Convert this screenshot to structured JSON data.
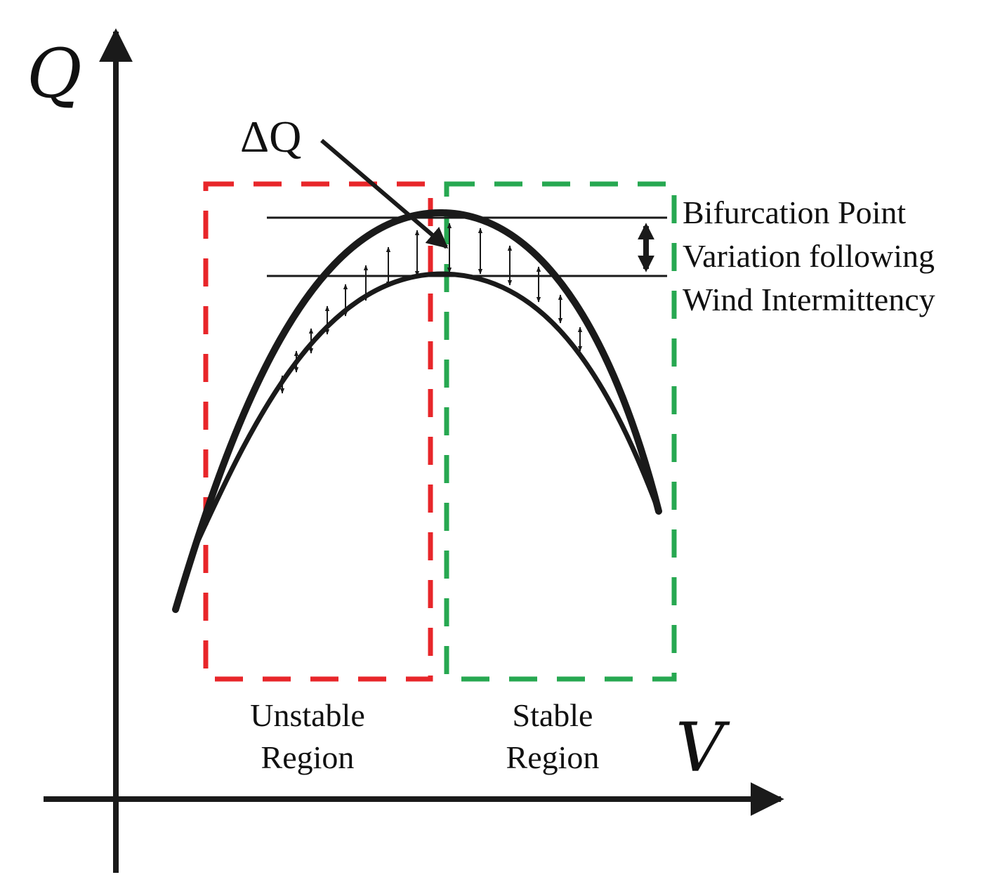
{
  "axes": {
    "y_label": "Q",
    "x_label": "V"
  },
  "annotation": {
    "delta_label": "ΔQ",
    "bifurcation_lines": [
      "Bifurcation Point",
      "Variation following",
      "Wind Intermittency"
    ]
  },
  "regions": {
    "unstable": {
      "line1": "Unstable",
      "line2": "Region",
      "color": "#e8262a"
    },
    "stable": {
      "line1": "Stable",
      "line2": "Region",
      "color": "#27a851"
    }
  },
  "colors": {
    "curve": "#1a1a1a",
    "axis": "#1a1a1a"
  }
}
